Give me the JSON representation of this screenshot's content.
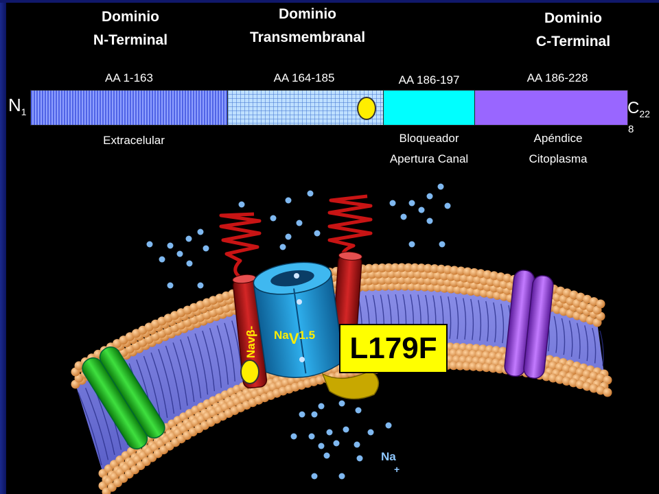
{
  "domains": {
    "n_terminal": {
      "line1": "Dominio",
      "line2": "N-Terminal"
    },
    "transmembrane": {
      "line1": "Dominio",
      "line2": "Transmembranal"
    },
    "c_terminal": {
      "line1": "Dominio",
      "line2": "C-Terminal"
    }
  },
  "segments": {
    "s1": {
      "range": "AA 1-163",
      "label": "Extracelular"
    },
    "s2": {
      "range": "AA 164-185"
    },
    "s3": {
      "range": "AA 186-197",
      "label_line1": "Bloqueador",
      "label_line2": "Apertura Canal"
    },
    "s4": {
      "range": "AA 186-228",
      "label_line1": "Apéndice",
      "label_line2": "Citoplasma"
    }
  },
  "ends": {
    "n": "N",
    "n_sub": "1",
    "c": "C",
    "c_sub": "22",
    "c_sub2": "8"
  },
  "channel": {
    "beta_label": "Navβ-",
    "alpha_main": "Na",
    "alpha_sub": "V",
    "alpha_tail": "1.5",
    "ion_main": "Na",
    "ion_sup": "+"
  },
  "mutation": "L179F",
  "colors": {
    "segment1": "#4f63e6",
    "segment2": "#bfe0ff",
    "segment3": "#00ffff",
    "segment4": "#9966ff",
    "mutation_box": "#ffff00",
    "ions": "#7fb8f0",
    "lipid_heads": "#e39a55",
    "beta_subunit": "#b51818",
    "alpha_channel": "#1a8ccc",
    "green_protein": "#22c022",
    "purple_protein": "#9a44e0"
  }
}
